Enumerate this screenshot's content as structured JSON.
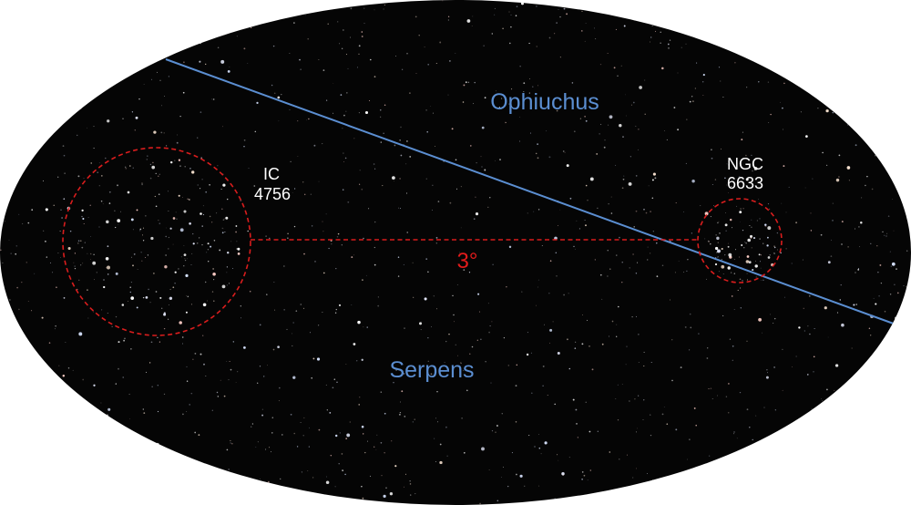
{
  "labels": {
    "constellation_north": "Ophiuchus",
    "constellation_south": "Serpens",
    "cluster_left_line1": "IC",
    "cluster_left_line2": "4756",
    "cluster_right_line1": "NGC",
    "cluster_right_line2": "6633",
    "separation": "3°"
  },
  "colors": {
    "sky_background": "#050505",
    "constellation_boundary": "#5b8ed1",
    "constellation_label": "#5b8ed1",
    "cluster_marker": "#d91d1d",
    "separation_label": "#e21b1b",
    "cluster_label": "#ffffff"
  }
}
